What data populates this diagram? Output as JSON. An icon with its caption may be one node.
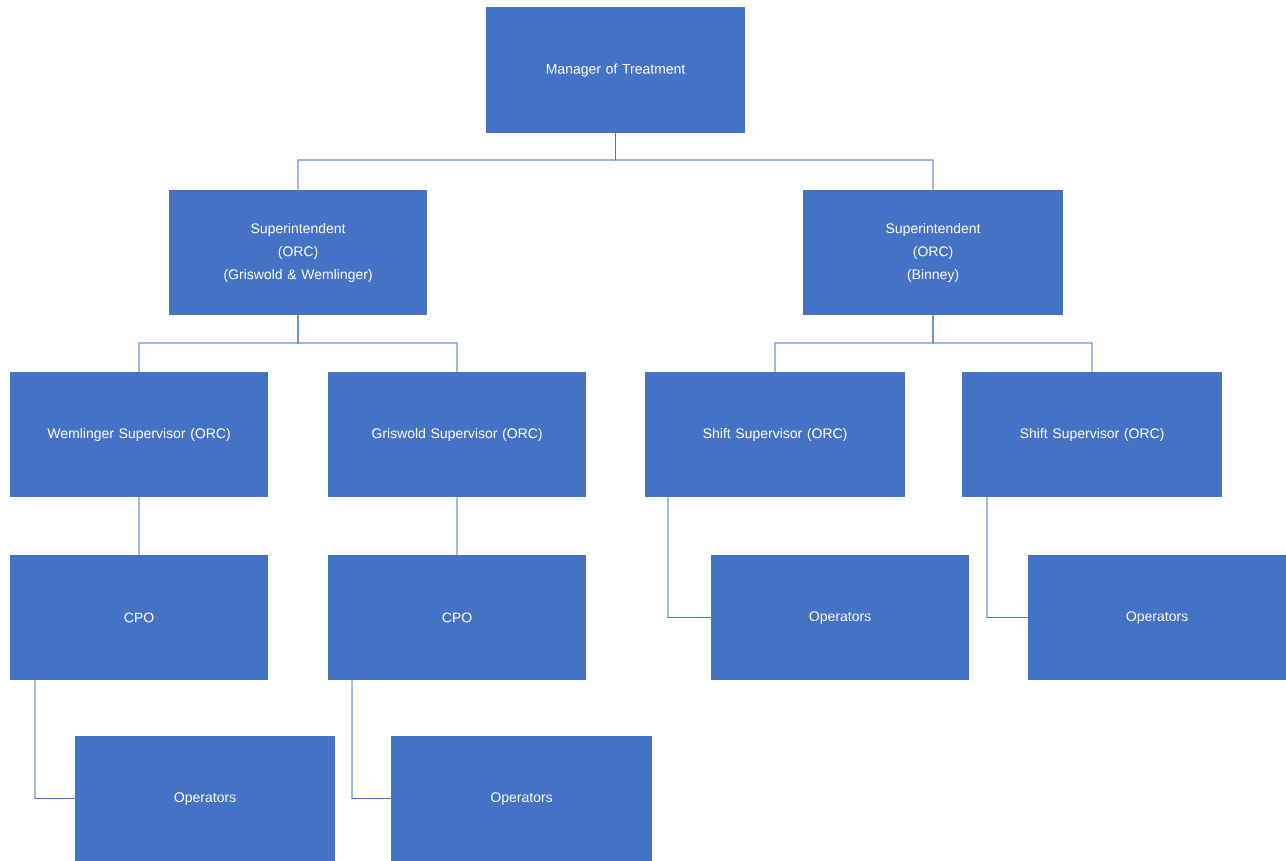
{
  "diagram": {
    "nodes": [
      {
        "text": [
          "Manager of Treatment"
        ]
      },
      {
        "text": [
          "Superintendent",
          "(ORC)",
          "(Griswold & Wemlinger)"
        ]
      },
      {
        "text": [
          "Superintendent",
          "(ORC)",
          "(Binney)"
        ]
      },
      {
        "text": [
          "Wemlinger Supervisor (ORC)"
        ]
      },
      {
        "text": [
          "Griswold Supervisor (ORC)"
        ]
      },
      {
        "text": [
          "Shift Supervisor (ORC)"
        ]
      },
      {
        "text": [
          "Shift Supervisor (ORC)"
        ]
      },
      {
        "text": [
          "CPO"
        ]
      },
      {
        "text": [
          "CPO"
        ]
      },
      {
        "text": [
          "Operators"
        ]
      },
      {
        "text": [
          "Operators"
        ]
      },
      {
        "text": [
          "Operators"
        ]
      },
      {
        "text": [
          "Operators"
        ]
      }
    ],
    "edges": [
      {
        "from": 0,
        "to": 1,
        "arrow": "none"
      },
      {
        "from": 0,
        "to": 2,
        "arrow": "none"
      },
      {
        "from": 1,
        "to": 3,
        "arrow": "none"
      },
      {
        "from": 1,
        "to": 4,
        "arrow": "none"
      },
      {
        "from": 2,
        "to": 5,
        "arrow": "none"
      },
      {
        "from": 2,
        "to": 6,
        "arrow": "none"
      },
      {
        "from": 3,
        "to": 7,
        "arrow": "none"
      },
      {
        "from": 4,
        "to": 8,
        "arrow": "none"
      },
      {
        "from": 5,
        "to": 9,
        "arrow": "none"
      },
      {
        "from": 6,
        "to": 10,
        "arrow": "none"
      },
      {
        "from": 7,
        "to": 11,
        "arrow": "none"
      },
      {
        "from": 8,
        "to": 12,
        "arrow": "none"
      }
    ]
  }
}
